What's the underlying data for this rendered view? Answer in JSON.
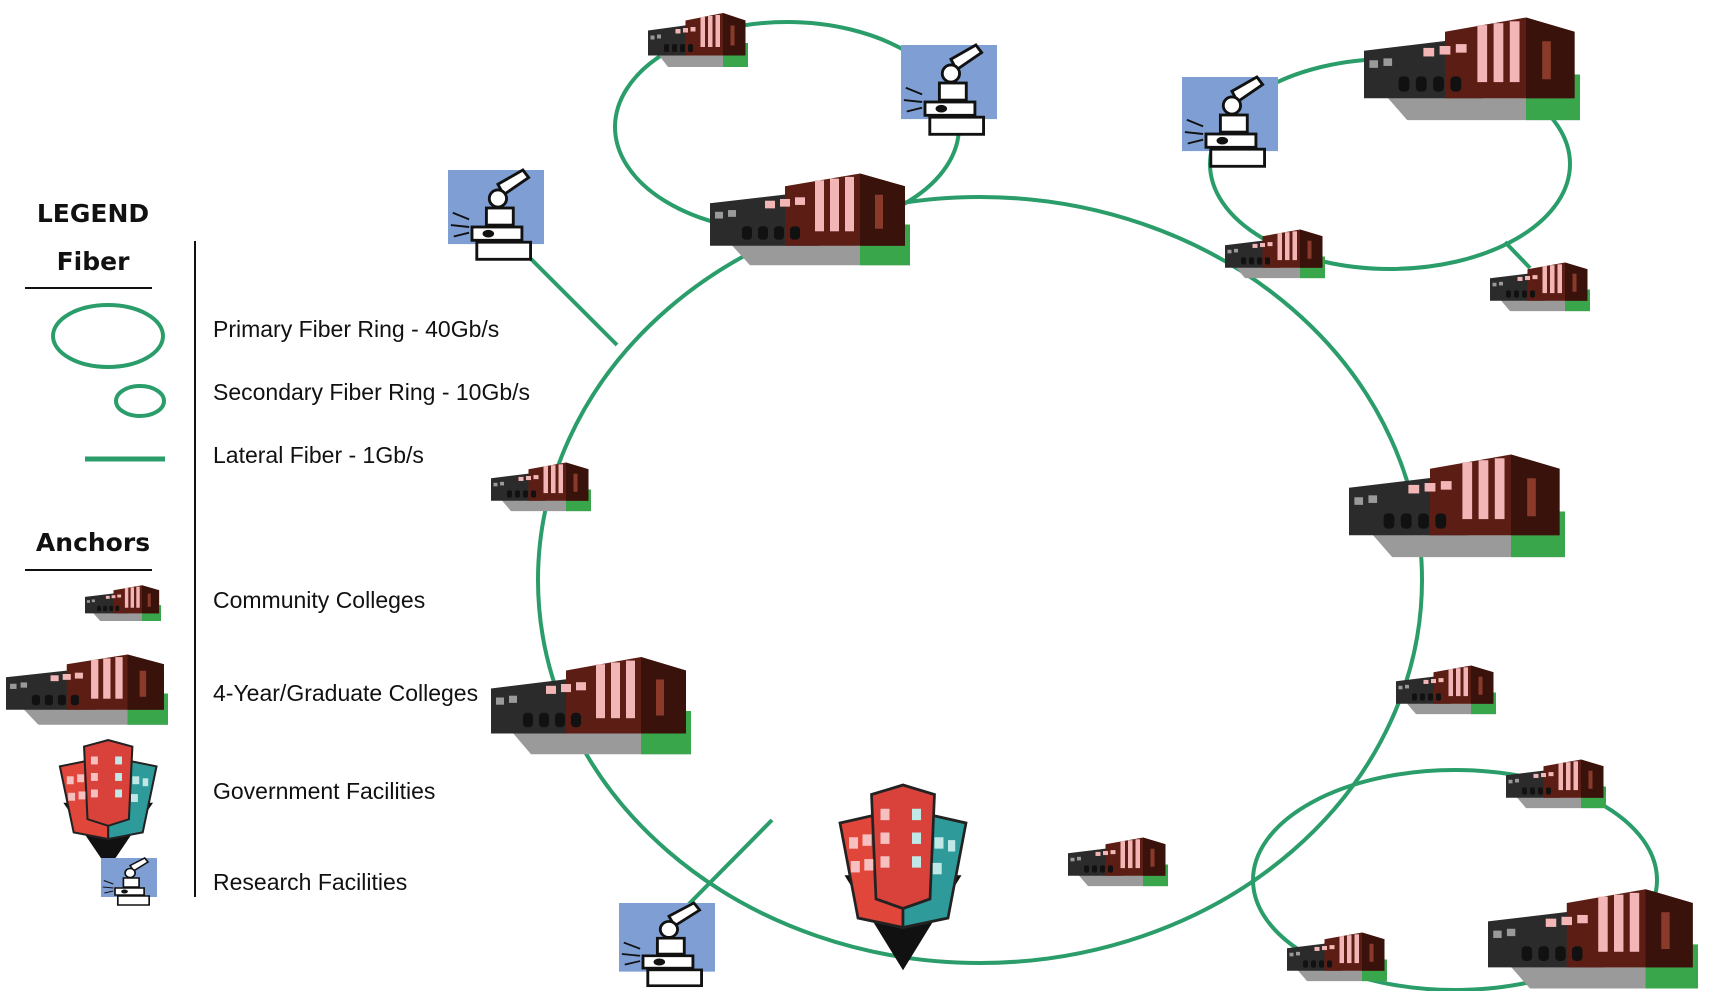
{
  "legend": {
    "title": "LEGEND",
    "fiber_heading": "Fiber",
    "anchors_heading": "Anchors",
    "fiber_items": [
      "Primary Fiber Ring - 40Gb/s",
      "Secondary Fiber Ring - 10Gb/s",
      "Lateral Fiber - 1Gb/s"
    ],
    "anchor_items": [
      "Community Colleges",
      "4-Year/Graduate Colleges",
      "Government Facilities",
      "Research Facilities"
    ]
  },
  "colors": {
    "fiber": "#2a9d6a",
    "ground": "#3aa64c",
    "building_dark": "#2b2b2b",
    "building_brick": "#5c1e14",
    "building_window": "#f3b6b6",
    "research_bg": "#7f9fd4",
    "gov_red": "#e0473a",
    "gov_teal": "#2e9a9a"
  },
  "icons": {
    "community_college": "community-college-icon",
    "graduate_college": "graduate-college-icon",
    "government_facility": "government-facility-icon",
    "research_facility": "research-facility-icon"
  }
}
